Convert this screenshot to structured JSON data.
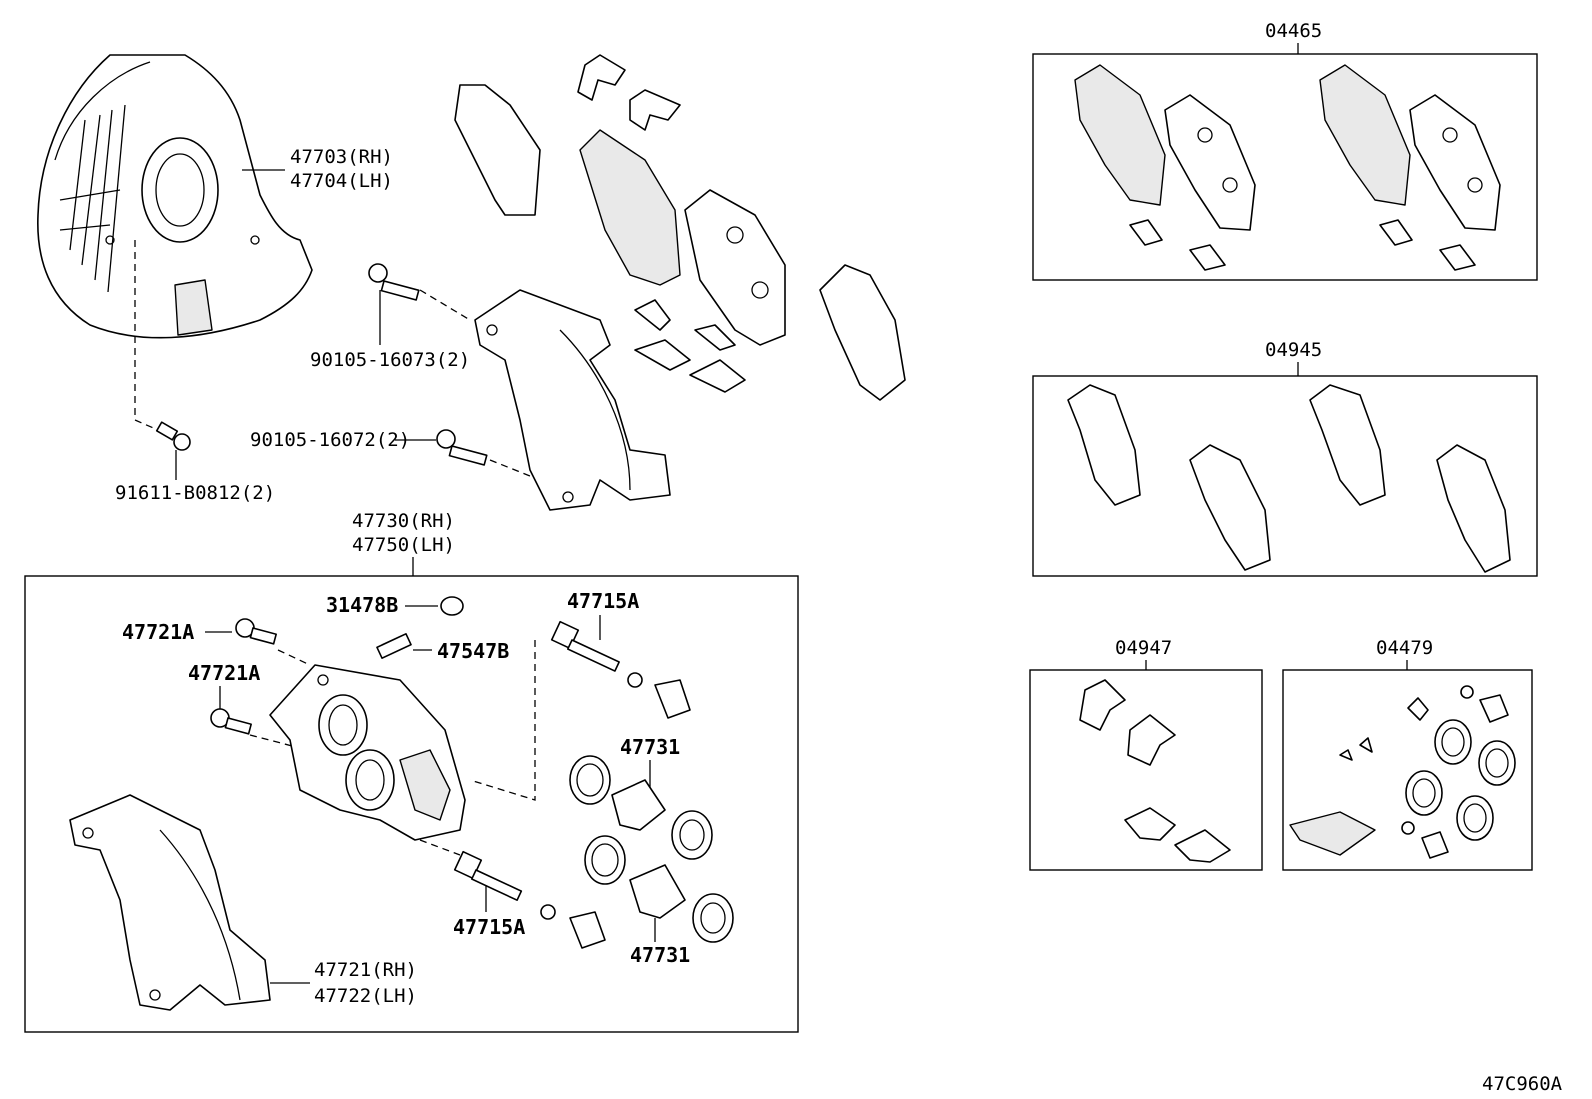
{
  "diagram_id": "47C960A",
  "labels": {
    "dust_cover": [
      "47703(RH)",
      "47704(LH)"
    ],
    "bolt_upper": "90105-16073(2)",
    "bolt_lower": "90105-16072(2)",
    "bolt_cover": "91611-B0812(2)",
    "caliper_assy": [
      "47730(RH)",
      "47750(LH)"
    ],
    "bleeder_cap": "31478B",
    "bleeder_plug": "47547B",
    "slide_pin_upper": "47715A",
    "slide_pin_lower": "47715A",
    "bolt_a1": "47721A",
    "bolt_a2": "47721A",
    "piston_upper": "47731",
    "piston_lower": "47731",
    "mounting": [
      "47721(RH)",
      "47722(LH)"
    ]
  },
  "kits": {
    "pad_kit": "04465",
    "shim_kit": "04945",
    "fitting_kit": "04947",
    "cylinder_kit": "04479"
  }
}
